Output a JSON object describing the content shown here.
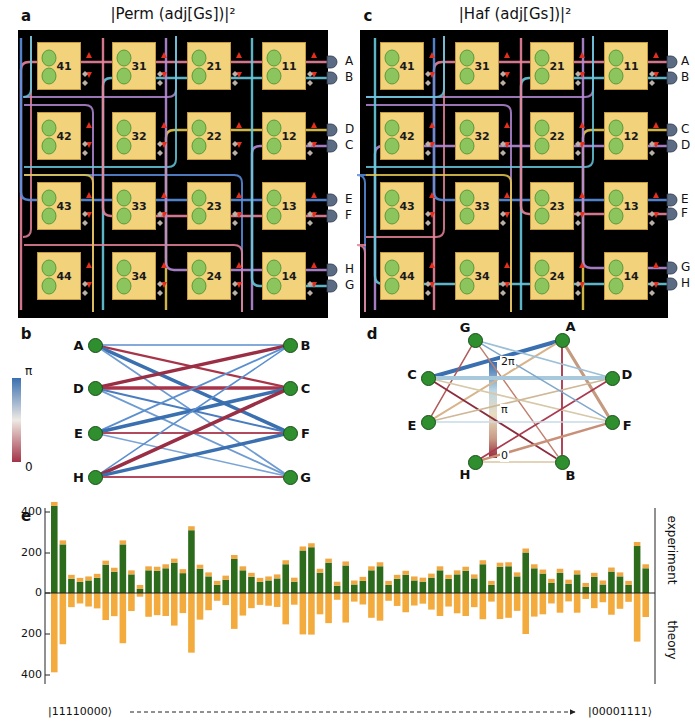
{
  "diagram": {
    "nodes": [
      {
        "text": [
          "41"
        ]
      },
      {
        "text": [
          "31"
        ]
      },
      {
        "text": [
          "21"
        ]
      },
      {
        "text": [
          "11"
        ]
      },
      {
        "text": [
          "42"
        ]
      },
      {
        "text": [
          "32"
        ]
      },
      {
        "text": [
          "22"
        ]
      },
      {
        "text": [
          "12"
        ]
      },
      {
        "text": [
          "43"
        ]
      },
      {
        "text": [
          "33"
        ]
      },
      {
        "text": [
          "23"
        ]
      },
      {
        "text": [
          "13"
        ]
      },
      {
        "text": [
          "44"
        ]
      },
      {
        "text": [
          "34"
        ]
      },
      {
        "text": [
          "24"
        ]
      },
      {
        "text": [
          "14"
        ]
      },
      {
        "text": [
          "41"
        ]
      },
      {
        "text": [
          "31"
        ]
      },
      {
        "text": [
          "21"
        ]
      },
      {
        "text": [
          "11"
        ]
      },
      {
        "text": [
          "42"
        ]
      },
      {
        "text": [
          "32"
        ]
      },
      {
        "text": [
          "22"
        ]
      },
      {
        "text": [
          "12"
        ]
      },
      {
        "text": [
          "43"
        ]
      },
      {
        "text": [
          "33"
        ]
      },
      {
        "text": [
          "23"
        ]
      },
      {
        "text": [
          "13"
        ]
      },
      {
        "text": [
          "44"
        ]
      },
      {
        "text": [
          "34"
        ]
      },
      {
        "text": [
          "24"
        ]
      },
      {
        "text": [
          "14"
        ]
      },
      {
        "text": [
          "A"
        ]
      },
      {
        "text": [
          "B"
        ]
      },
      {
        "text": [
          "D"
        ]
      },
      {
        "text": [
          "C"
        ]
      },
      {
        "text": [
          "E"
        ]
      },
      {
        "text": [
          "F"
        ]
      },
      {
        "text": [
          "H"
        ]
      },
      {
        "text": [
          "G"
        ]
      },
      {
        "text": [
          "G"
        ]
      },
      {
        "text": [
          "A"
        ]
      },
      {
        "text": [
          "C"
        ]
      },
      {
        "text": [
          "D"
        ]
      },
      {
        "text": [
          "E"
        ]
      },
      {
        "text": [
          "F"
        ]
      },
      {
        "text": [
          "H"
        ]
      },
      {
        "text": [
          "B"
        ]
      }
    ],
    "edges": [
      {
        "from": 32,
        "to": 33,
        "arrow": "none"
      },
      {
        "from": 32,
        "to": 35,
        "arrow": "none"
      },
      {
        "from": 32,
        "to": 37,
        "arrow": "none"
      },
      {
        "from": 32,
        "to": 39,
        "arrow": "none"
      },
      {
        "from": 34,
        "to": 33,
        "arrow": "none"
      },
      {
        "from": 34,
        "to": 35,
        "arrow": "none"
      },
      {
        "from": 34,
        "to": 37,
        "arrow": "none"
      },
      {
        "from": 34,
        "to": 39,
        "arrow": "none"
      },
      {
        "from": 36,
        "to": 33,
        "arrow": "none"
      },
      {
        "from": 36,
        "to": 35,
        "arrow": "none"
      },
      {
        "from": 36,
        "to": 37,
        "arrow": "none"
      },
      {
        "from": 36,
        "to": 39,
        "arrow": "none"
      },
      {
        "from": 38,
        "to": 33,
        "arrow": "none"
      },
      {
        "from": 38,
        "to": 35,
        "arrow": "none"
      },
      {
        "from": 38,
        "to": 37,
        "arrow": "none"
      },
      {
        "from": 38,
        "to": 39,
        "arrow": "none"
      },
      {
        "from": 41,
        "to": 42,
        "arrow": "none"
      },
      {
        "from": 41,
        "to": 44,
        "arrow": "none"
      },
      {
        "from": 41,
        "to": 45,
        "arrow": "none"
      },
      {
        "from": 41,
        "to": 47,
        "arrow": "none"
      },
      {
        "from": 40,
        "to": 43,
        "arrow": "none"
      },
      {
        "from": 40,
        "to": 47,
        "arrow": "none"
      },
      {
        "from": 40,
        "to": 44,
        "arrow": "none"
      },
      {
        "from": 42,
        "to": 43,
        "arrow": "none"
      },
      {
        "from": 42,
        "to": 45,
        "arrow": "none"
      },
      {
        "from": 42,
        "to": 47,
        "arrow": "none"
      },
      {
        "from": 43,
        "to": 46,
        "arrow": "none"
      },
      {
        "from": 43,
        "to": 44,
        "arrow": "none"
      },
      {
        "from": 44,
        "to": 45,
        "arrow": "none"
      },
      {
        "from": 46,
        "to": 47,
        "arrow": "none"
      },
      {
        "from": 45,
        "to": 46,
        "arrow": "none"
      },
      {
        "from": 40,
        "to": 45,
        "arrow": "none"
      }
    ],
    "labels": [
      "|Perm (adj[Gs])|²",
      "a",
      "A",
      "B",
      "D",
      "C",
      "E",
      "F",
      "H",
      "G",
      "|Haf (adj[Gs])|²",
      "c",
      "A",
      "B",
      "C",
      "D",
      "E",
      "F",
      "G",
      "H",
      "b",
      "π",
      "0",
      "d",
      "2π",
      "π",
      "0",
      "e",
      "400",
      "200",
      "0",
      "200",
      "400",
      "experiment",
      "theory",
      "|11110000⟩",
      "|00001111⟩"
    ]
  }
}
